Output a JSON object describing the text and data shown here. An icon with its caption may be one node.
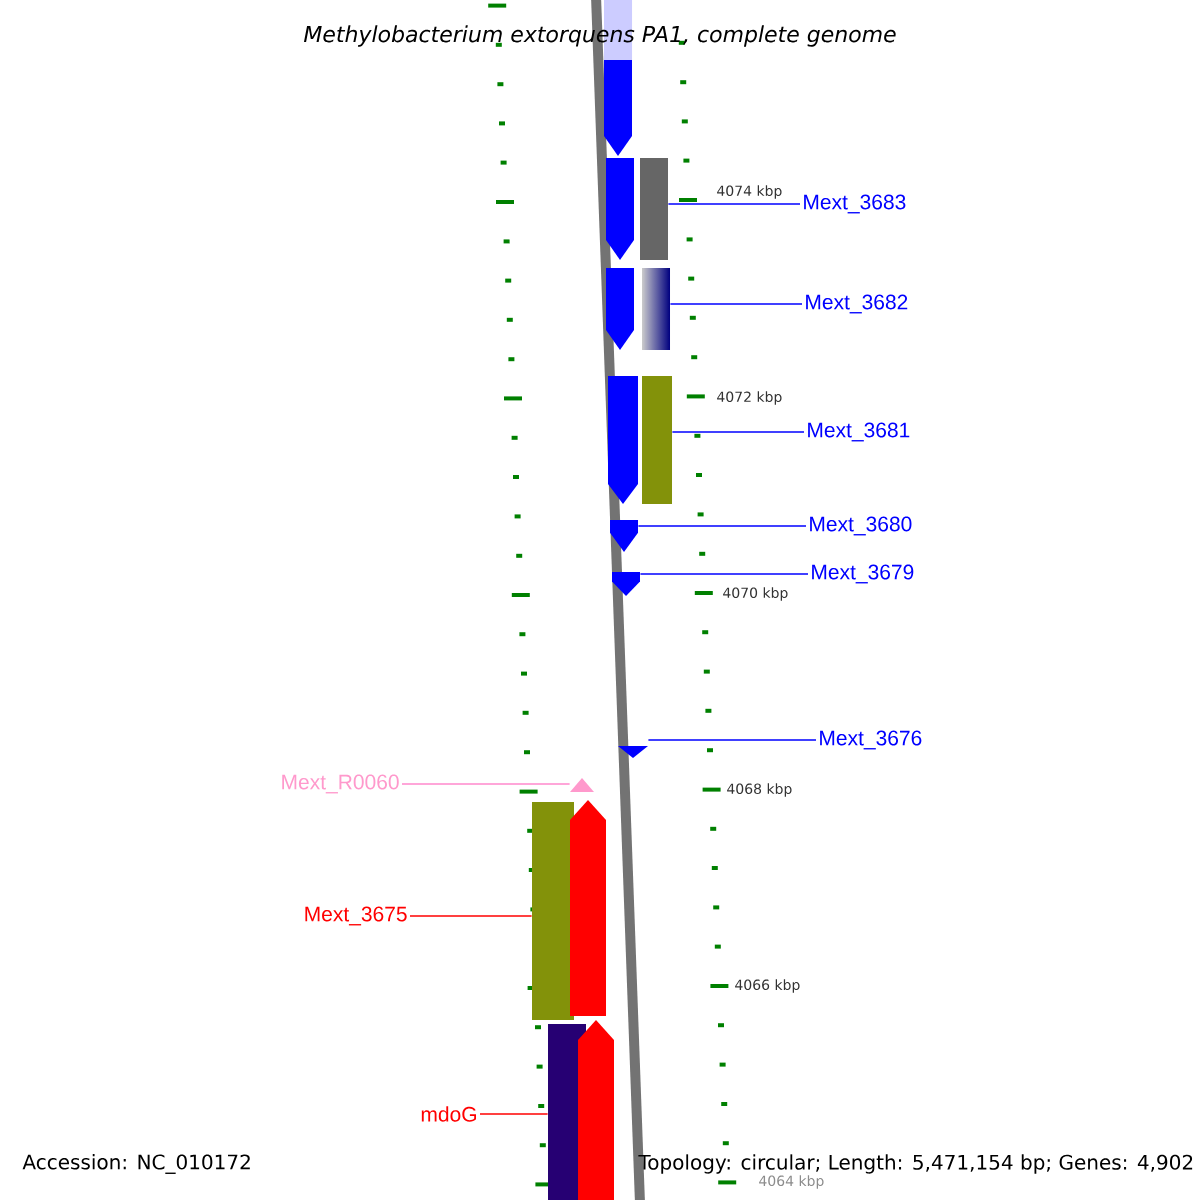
{
  "diagram": {
    "title": "Methylobacterium extorquens PA1, complete genome",
    "nodes": [
      {
        "text": [],
        "shape": "pentagon"
      },
      {
        "text": [],
        "shape": "pentagon"
      },
      {
        "text": [],
        "shape": "bar"
      },
      {
        "text": [
          "Mext_3683"
        ]
      },
      {
        "text": [],
        "shape": "pentagon"
      },
      {
        "text": [],
        "shape": "bar"
      },
      {
        "text": [
          "Mext_3682"
        ]
      },
      {
        "text": [],
        "shape": "pentagon"
      },
      {
        "text": [],
        "shape": "bar"
      },
      {
        "text": [
          "Mext_3681"
        ]
      },
      {
        "text": [],
        "shape": "pentagon"
      },
      {
        "text": [
          "Mext_3680"
        ]
      },
      {
        "text": [],
        "shape": "pentagon"
      },
      {
        "text": [
          "Mext_3679"
        ]
      },
      {
        "text": [],
        "shape": "triangle"
      },
      {
        "text": [
          "Mext_3676"
        ]
      },
      {
        "text": [
          "Mext_R0060"
        ]
      },
      {
        "text": [],
        "shape": "triangle"
      },
      {
        "text": [
          "Mext_3675"
        ]
      },
      {
        "text": [],
        "shape": "bar"
      },
      {
        "text": [],
        "shape": "pentagon"
      },
      {
        "text": [
          "mdoG"
        ]
      },
      {
        "text": [],
        "shape": "bar"
      },
      {
        "text": [],
        "shape": "pentagon"
      }
    ],
    "edges": [
      {
        "from": 3,
        "to": 2,
        "arrow": "none"
      },
      {
        "from": 6,
        "to": 5,
        "arrow": "none"
      },
      {
        "from": 9,
        "to": 8,
        "arrow": "none"
      },
      {
        "from": 11,
        "to": 10,
        "arrow": "none"
      },
      {
        "from": 13,
        "to": 12,
        "arrow": "none"
      },
      {
        "from": 15,
        "to": 14,
        "arrow": "none"
      },
      {
        "from": 16,
        "to": 17,
        "arrow": "none",
        "color": "#ff88cc"
      },
      {
        "from": 18,
        "to": 19,
        "arrow": "none",
        "color": "#ff0000"
      },
      {
        "from": 21,
        "to": 22,
        "arrow": "none",
        "color": "#ff0000"
      }
    ],
    "labels": [
      "4074 kbp",
      "4072 kbp",
      "4070 kbp",
      "4068 kbp",
      "4066 kbp",
      "4064 kbp",
      "Accession: NC_010172",
      "Topology: circular; Length: 5,471,154 bp; Genes: 4,902"
    ]
  }
}
